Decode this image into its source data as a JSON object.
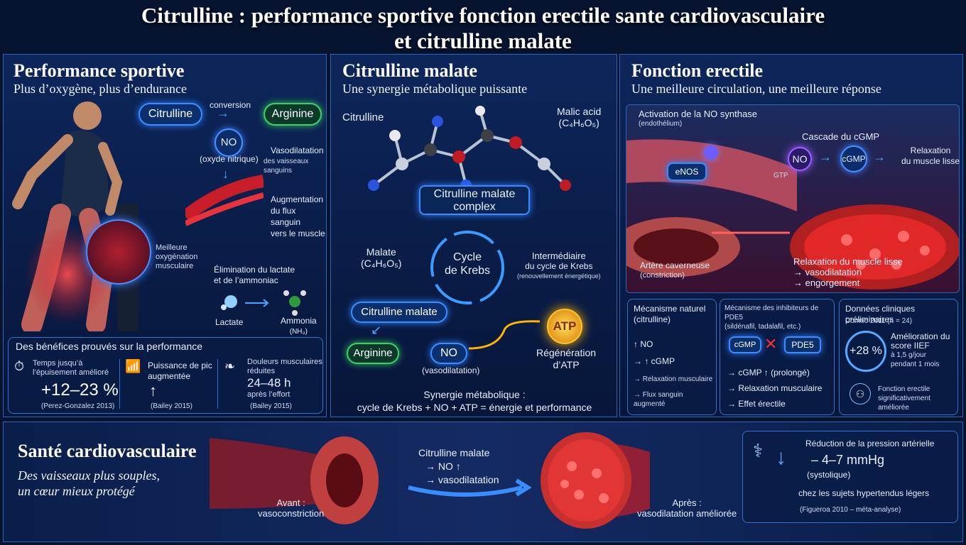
{
  "title": {
    "line1": "Citrulline : performance sportive fonction erectile sante cardiovasculaire",
    "line2": "et citrulline malate"
  },
  "perf": {
    "title": "Performance sportive",
    "subtitle": "Plus d’oxygène, plus d’endurance",
    "citrulline": "Citrulline",
    "conversion": "conversion",
    "arginine": "Arginine",
    "no": "NO",
    "no_label": "(oxyde nitrique)",
    "vaso": "Vasodilatation",
    "vaso_sub": "des vaisseaux sanguins",
    "flux1": "Augmentation",
    "flux2": "du flux sanguin",
    "flux3": "vers le muscle",
    "oxy1": "Meilleure",
    "oxy2": "oxygénation",
    "oxy3": "musculaire",
    "elim1": "Élimination du lactate",
    "elim2": "et de l’ammoniac",
    "lactate": "Lactate",
    "ammonia": "Ammonia",
    "ammonia_formula": "(NH₃)",
    "benefits_title": "Des bénéfices prouvés sur la performance",
    "b1_l1": "Temps jusqu’à",
    "b1_l2": "l’épuisement amélioré",
    "b1_value": "+12–23 %",
    "b1_ref": "(Perez-Gonzalez 2013)",
    "b2_l1": "Puissance de pic",
    "b2_l2": "augmentée",
    "b2_arrow": "↑",
    "b2_ref": "(Bailey 2015)",
    "b3_l1": "Douleurs musculaires",
    "b3_l2": "réduites",
    "b3_value": "24–48 h",
    "b3_l3": "après l’effort",
    "b3_ref": "(Bailey 2015)"
  },
  "malate": {
    "title": "Citrulline malate",
    "subtitle": "Une synergie métabolique puissante",
    "citrulline": "Citrulline",
    "malic1": "Malic acid",
    "malic2": "(C₄H₆O₅)",
    "complex1": "Citrulline malate",
    "complex2": "complex",
    "malate1": "Malate",
    "malate2": "(C₄H₆O₅)",
    "krebs1": "Cycle",
    "krebs2": "de Krebs",
    "inter1": "Intermédiaire",
    "inter2": "du cycle de Krebs",
    "inter3": "(renouvellement énergétique)",
    "cm": "Citrulline malate",
    "arginine": "Arginine",
    "no": "NO",
    "vaso": "(vasodilatation)",
    "atp": "ATP",
    "regen1": "Régénération",
    "regen2": "d’ATP",
    "syn1": "Synergie métabolique :",
    "syn2": "cycle de Krebs + NO + ATP = énergie et performance"
  },
  "erect": {
    "title": "Fonction erectile",
    "subtitle": "Une meilleure circulation, une meilleure réponse",
    "act1": "Activation de la NO synthase",
    "act2": "(endothélium)",
    "enos": "eNOS",
    "gtp": "GTP",
    "cascade": "Cascade du cGMP",
    "no": "NO",
    "cgmp": "cGMP",
    "relax1": "Relaxation",
    "relax2": "du muscle lisse",
    "artery1": "Artère caverneuse",
    "artery2": "(constriction)",
    "rm1": "Relaxation du muscle lisse",
    "rm2": "→ vasodilatation",
    "rm3": "→ engorgement",
    "m1_title1": "Mécanisme naturel",
    "m1_title2": "(citrulline)",
    "m1_i1": "↑ NO",
    "m1_i2": "→ ↑ cGMP",
    "m1_i3": "→ Relaxation musculaire",
    "m1_i4": "→ Flux sanguin augmenté",
    "m2_title1": "Mécanisme des inhibiteurs de PDE5",
    "m2_title2": "(sildénafil, tadalafil, etc.)",
    "m2_cgmp": "cGMP",
    "m2_pde5": "PDE5",
    "m2_i1": "→ cGMP ↑ (prolongé)",
    "m2_i2": "→ Relaxation musculaire",
    "m2_i3": "→ Effet érectile",
    "m3_title": "Données cliniques préliminaires",
    "m3_ref": "Cormio 2011 (n = 24)",
    "m3_pct": "+28 %",
    "m3_i1": "Amélioration du",
    "m3_i2": "score IIEF",
    "m3_i3": "à 1,5 g/jour",
    "m3_i4": "pendant 1 mois",
    "m3_f1": "Fonction erectile",
    "m3_f2": "significativement améliorée"
  },
  "cardio": {
    "title": "Santé cardiovasculaire",
    "sub1": "Des vaisseaux plus souples,",
    "sub2": "un cœur mieux protégé",
    "cm": "Citrulline malate",
    "no_up": "→ NO ↑",
    "vaso": "→ vasodilatation",
    "before1": "Avant :",
    "before2": "vasoconstriction",
    "after1": "Après :",
    "after2": "vasodilatation améliorée",
    "bp_title": "Réduction de la pression artérielle",
    "bp_value": "– 4–7 mmHg",
    "bp_sys": "(systolique)",
    "bp_subj": "chez les sujets hypertendus légers",
    "bp_ref": "(Figueroa 2010 – méta-analyse)"
  }
}
